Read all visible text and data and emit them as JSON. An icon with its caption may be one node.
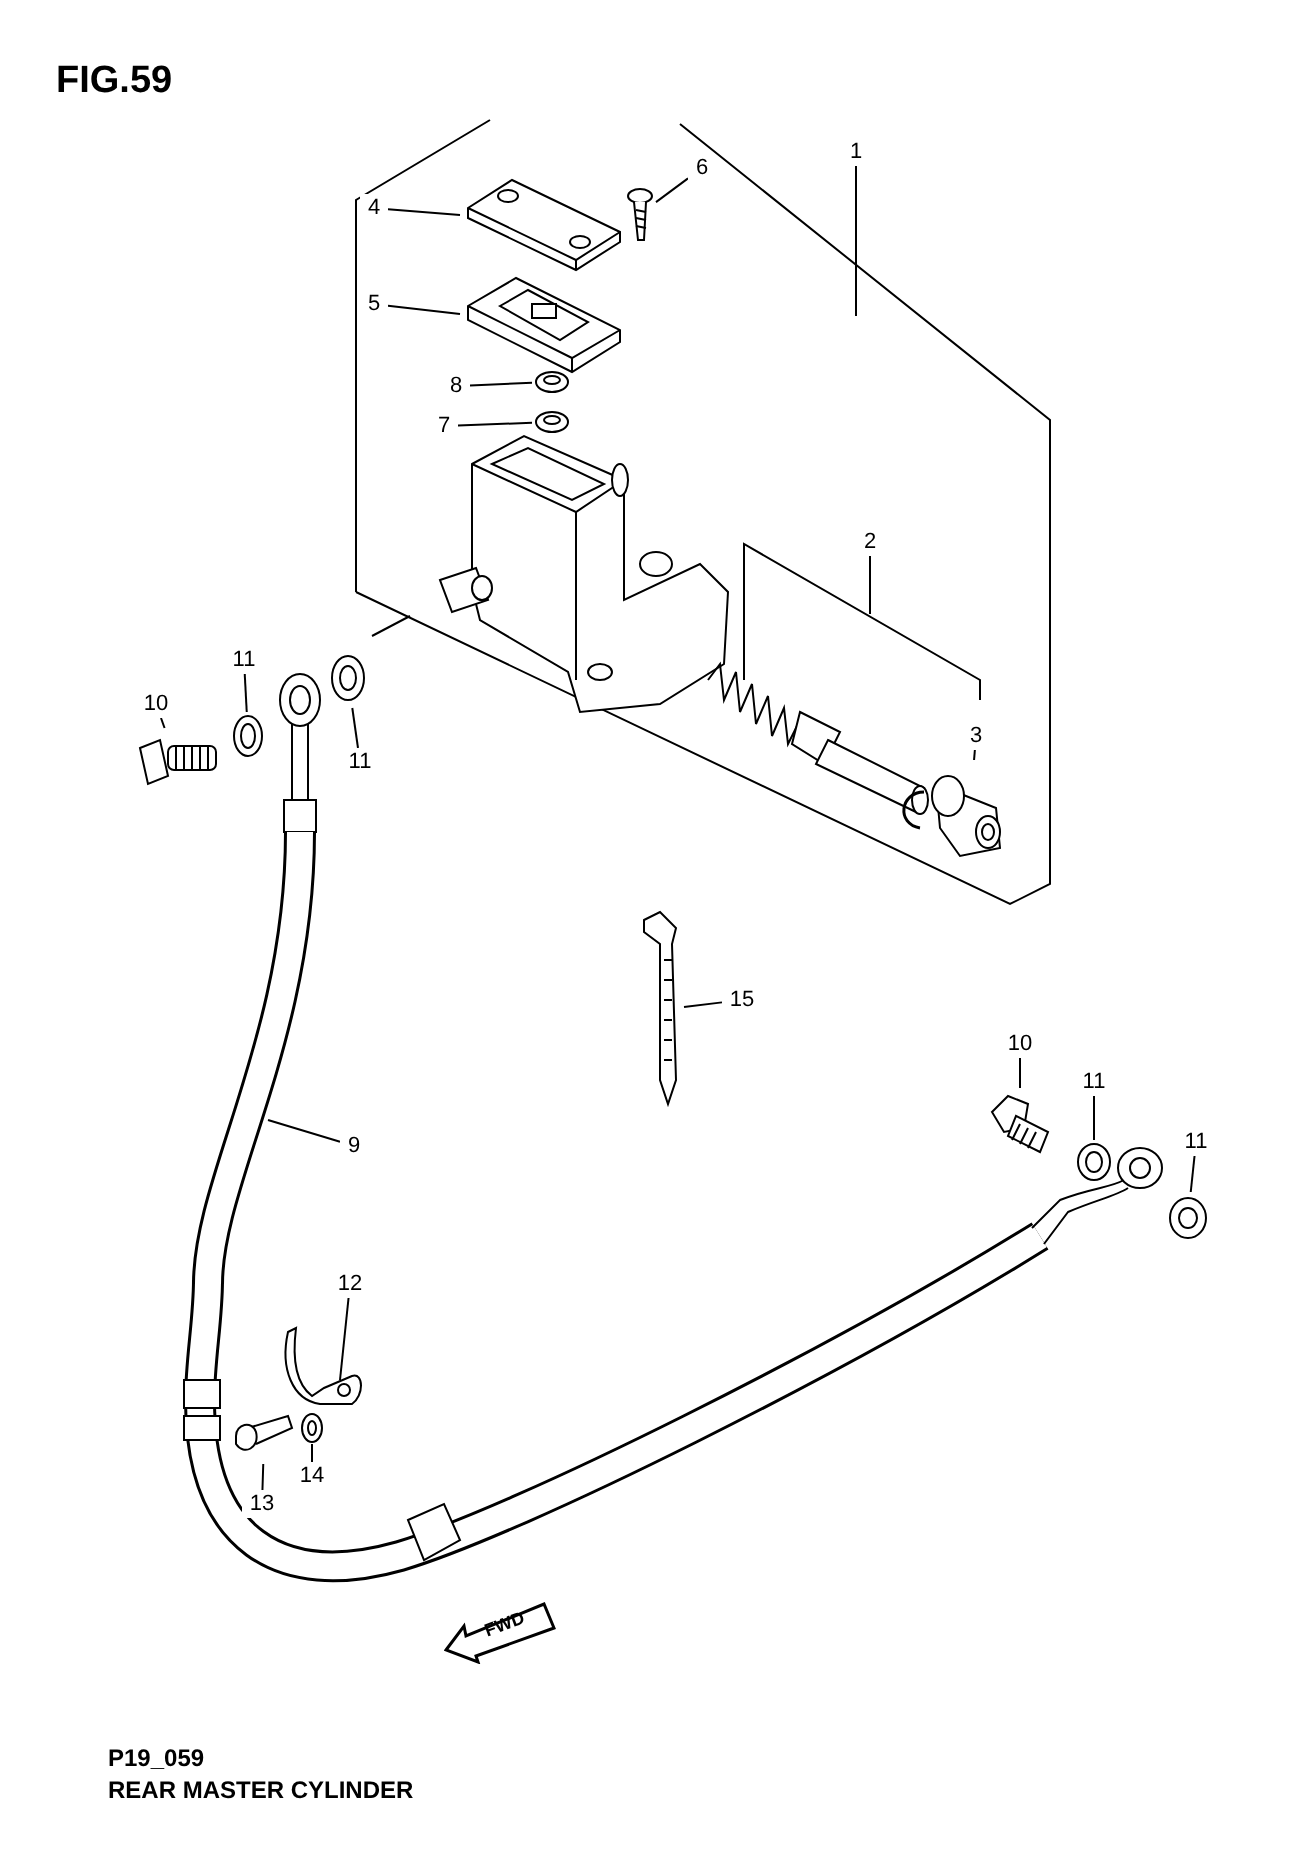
{
  "diagram": {
    "title": "FIG.59",
    "nodes": [
      {
        "text": [
          "1"
        ]
      },
      {
        "text": [
          "2"
        ]
      },
      {
        "text": [
          "3"
        ]
      },
      {
        "text": [
          "4"
        ]
      },
      {
        "text": [
          "5"
        ]
      },
      {
        "text": [
          "6"
        ]
      },
      {
        "text": [
          "7"
        ]
      },
      {
        "text": [
          "8"
        ]
      },
      {
        "text": [
          "9"
        ]
      },
      {
        "text": [
          "10"
        ]
      },
      {
        "text": [
          "11"
        ]
      },
      {
        "text": [
          "11"
        ]
      },
      {
        "text": [
          "10"
        ]
      },
      {
        "text": [
          "11"
        ]
      },
      {
        "text": [
          "11"
        ]
      },
      {
        "text": [
          "12"
        ]
      },
      {
        "text": [
          "13"
        ]
      },
      {
        "text": [
          "14"
        ]
      },
      {
        "text": [
          "15"
        ]
      },
      {
        "text": [],
        "shape": "picture"
      },
      {
        "text": [],
        "shape": "picture"
      },
      {
        "text": [],
        "shape": "picture"
      },
      {
        "text": [],
        "shape": "picture"
      },
      {
        "text": [],
        "shape": "picture"
      },
      {
        "text": [],
        "shape": "picture"
      },
      {
        "text": [],
        "shape": "picture"
      },
      {
        "text": [],
        "shape": "picture"
      },
      {
        "text": [],
        "shape": "picture"
      },
      {
        "text": [],
        "shape": "picture"
      },
      {
        "text": [],
        "shape": "picture"
      },
      {
        "text": [],
        "shape": "picture"
      },
      {
        "text": [],
        "shape": "picture"
      },
      {
        "text": [],
        "shape": "picture"
      },
      {
        "text": [],
        "shape": "picture"
      },
      {
        "text": [],
        "shape": "picture"
      },
      {
        "text": [],
        "shape": "picture"
      }
    ],
    "edges": [
      {
        "from": 0,
        "to": null,
        "arrow": "none"
      },
      {
        "from": 1,
        "to": null,
        "arrow": "none"
      },
      {
        "from": 2,
        "to": 24,
        "arrow": "none"
      },
      {
        "from": 3,
        "to": 19,
        "arrow": "none"
      },
      {
        "from": 4,
        "to": 20,
        "arrow": "none"
      },
      {
        "from": 5,
        "to": 21,
        "arrow": "none"
      },
      {
        "from": 6,
        "to": 23,
        "arrow": "none"
      },
      {
        "from": 7,
        "to": 22,
        "arrow": "none"
      },
      {
        "from": 8,
        "to": 28,
        "arrow": "none"
      },
      {
        "from": 9,
        "to": 25,
        "arrow": "none"
      },
      {
        "from": 10,
        "to": 26,
        "arrow": "none"
      },
      {
        "from": 11,
        "to": 27,
        "arrow": "none"
      },
      {
        "from": 12,
        "to": 29,
        "arrow": "none"
      },
      {
        "from": 13,
        "to": 30,
        "arrow": "none"
      },
      {
        "from": 14,
        "to": 31,
        "arrow": "none"
      },
      {
        "from": 15,
        "to": 32,
        "arrow": "none"
      },
      {
        "from": 16,
        "to": 33,
        "arrow": "none"
      },
      {
        "from": 17,
        "to": 34,
        "arrow": "none"
      },
      {
        "from": 18,
        "to": 35,
        "arrow": "none"
      }
    ],
    "labels": [
      "FWD",
      "P19_059",
      "REAR MASTER CYLINDER"
    ]
  }
}
